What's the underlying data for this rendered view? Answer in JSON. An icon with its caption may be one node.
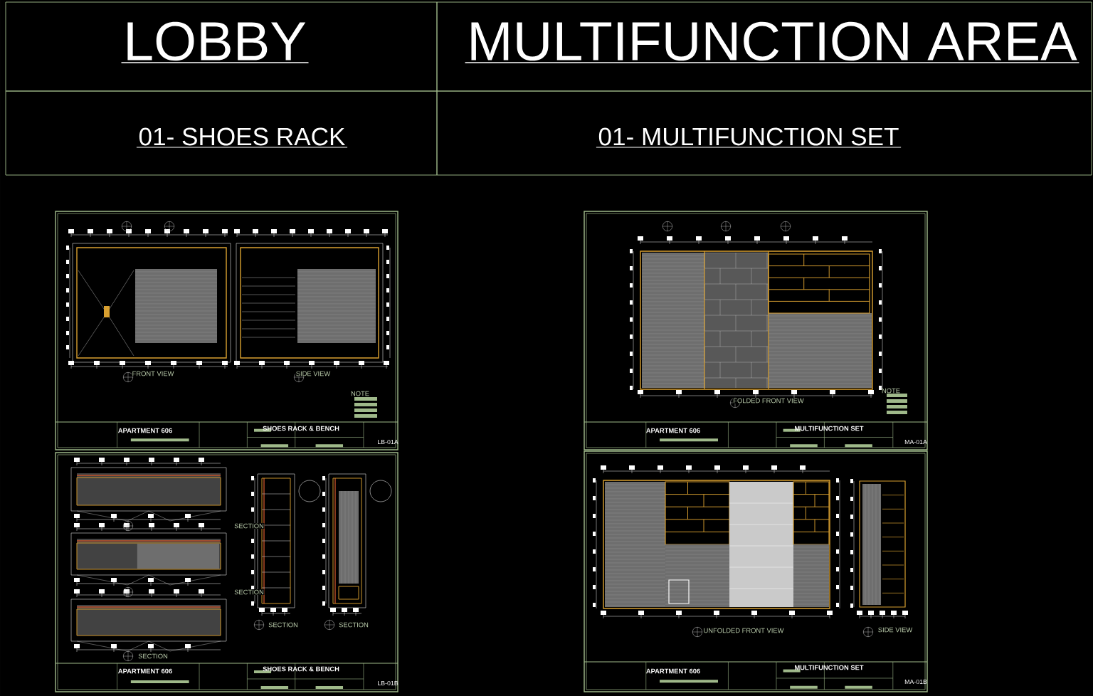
{
  "diagram": {
    "nodes": [
      {
        "text": [
          "LOBBY"
        ]
      },
      {
        "text": [
          "MULTIFUNCTION AREA"
        ]
      },
      {
        "text": [
          "01- SHOES RACK"
        ]
      },
      {
        "text": [
          "01- MULTIFUNCTION SET"
        ]
      }
    ],
    "labels": [
      "FRONT VIEW",
      "SIDE VIEW",
      "FOLDED FRONT VIEW",
      "NOTE",
      "NOTE",
      "APARTMENT 606",
      "SHOES RACK & BENCH",
      "APARTMENT 606",
      "MULTIFUNCTION SET",
      "LB-01A",
      "MA-01A",
      "SECTION",
      "SECTION",
      "UNFOLDED FRONT VIEW",
      "SIDE VIEW",
      "SECTION",
      "SECTION",
      "SECTION",
      "APARTMENT 606",
      "SHOES RACK & BENCH",
      "MULTIFUNCTION SET",
      "APARTMENT 606",
      "LB-01B",
      "MA-01B"
    ]
  }
}
